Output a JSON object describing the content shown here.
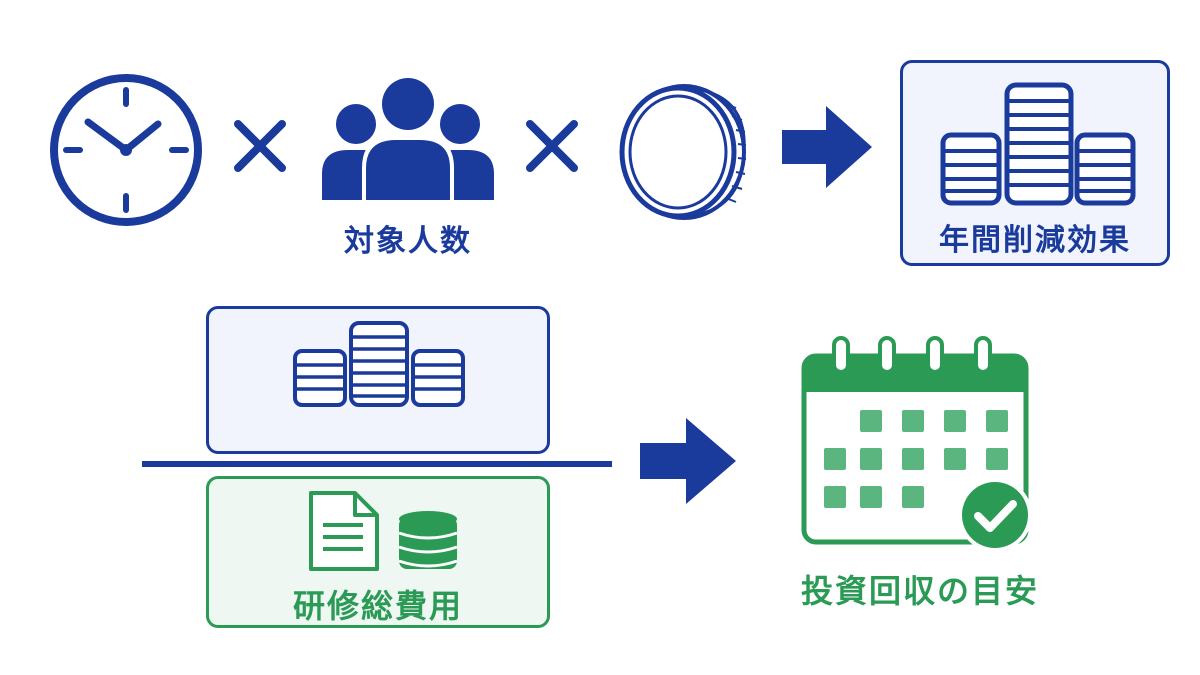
{
  "formula": {
    "operator_symbol": "×",
    "people_label": "対象人数",
    "result_label": "年間削減効果"
  },
  "payback": {
    "denominator_label": "研修総費用",
    "result_label": "投資回収の目安"
  },
  "colors": {
    "blue": "#1a3a9c",
    "green": "#2a9a55",
    "blue_box_bg": "#f1f4fc",
    "green_box_bg": "#eef7f1"
  },
  "icons": [
    "clock-icon",
    "people-icon",
    "coin-icon",
    "arrow-right-icon",
    "coin-stacks-icon",
    "document-icon",
    "database-icon",
    "calendar-icon",
    "check-icon"
  ]
}
